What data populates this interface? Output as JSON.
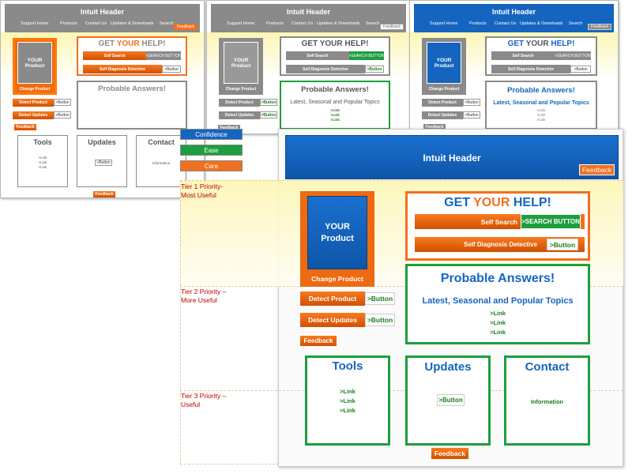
{
  "header": {
    "title": "Intuit Header",
    "nav": [
      "Support Home",
      "Products",
      "Contact Us",
      "Updates & Downloads",
      "Search"
    ],
    "feedback": "Feedback"
  },
  "product": {
    "line1": "YOUR",
    "line2": "Product",
    "change": "Change Product"
  },
  "help": {
    "get": "GET ",
    "your": "YOUR",
    "help": " HELP!",
    "self_search": "Self Search",
    "search_button": ">SEARCH BUTTON",
    "self_diagnosis": "Self Diagnosis Detective",
    "button": ">Button"
  },
  "actions": {
    "detect_product": "Detect Product",
    "detect_updates": "Detect Updates",
    "button": ">Button",
    "feedback": "Feedback"
  },
  "answers": {
    "title": "Probable Answers!",
    "subtitle": "Latest, Seasonal and Popular Topics",
    "links": [
      ">Link",
      ">Link",
      ">Link"
    ]
  },
  "tools": {
    "title": "Tools",
    "links": [
      ">Link",
      ">Link",
      ">Link"
    ]
  },
  "updates": {
    "title": "Updates",
    "button": ">Button"
  },
  "contact": {
    "title": "Contact",
    "info": "Information"
  },
  "footer_feedback": "Feedback",
  "legend": [
    {
      "label": "Confidence",
      "color": "#1565c0"
    },
    {
      "label": "Ease",
      "color": "#1e9e3e"
    },
    {
      "label": "Care",
      "color": "#f07020"
    }
  ],
  "tiers": [
    {
      "line1": "Tier 1 Priority-",
      "line2": "Most Useful"
    },
    {
      "line1": "Tier 2 Priority –",
      "line2": "More Useful"
    },
    {
      "line1": "Tier 3 Priority –",
      "line2": "Useful"
    }
  ],
  "colors": {
    "blue": "#1565c0",
    "green": "#1e9e3e",
    "orange": "#f07020",
    "grey": "#8a8a8a"
  }
}
